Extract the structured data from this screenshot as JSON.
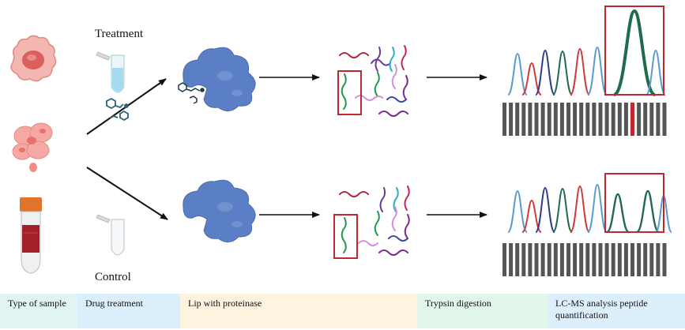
{
  "labels": {
    "treatment": "Treatment",
    "control": "Control"
  },
  "stages": [
    {
      "label": "Type of sample"
    },
    {
      "label": "Drug treatment"
    },
    {
      "label": "Lip with proteinase"
    },
    {
      "label": "Trypsin  digestion"
    },
    {
      "label": "LC-MS analysis peptide quantification"
    }
  ],
  "colors": {
    "protein": "#5b7fc4",
    "highlight": "#c0282d",
    "peak_blue": "#5b9bd5",
    "peak_red": "#d03a3a",
    "peak_navy": "#2f3d8f",
    "peak_green": "#1f6b4a",
    "bar_gray": "#555555"
  }
}
